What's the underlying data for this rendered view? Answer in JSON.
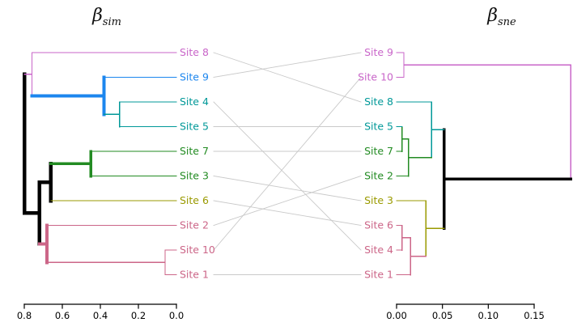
{
  "titles": {
    "left": {
      "base": "β",
      "sub": "sim"
    },
    "right": {
      "base": "β",
      "sub": "sne"
    }
  },
  "colors": {
    "magenta": "#C966C9",
    "blue": "#1C86EE",
    "teal": "#009898",
    "green": "#228B22",
    "olive": "#9A9A00",
    "pink": "#CC6688",
    "black": "#000000",
    "connector": "#C9C9C9",
    "axis": "#000000"
  },
  "chart_data": {
    "type": "tanglegram",
    "left": {
      "label": "beta_sim",
      "axis": {
        "ticks": [
          0.8,
          0.6,
          0.4,
          0.2,
          0.0
        ],
        "tick_labels": [
          "0.8",
          "0.6",
          "0.4",
          "0.2",
          "0.0"
        ],
        "max": 0.8
      },
      "leaves": [
        {
          "name": "Site 8",
          "color": "magenta"
        },
        {
          "name": "Site 9",
          "color": "blue"
        },
        {
          "name": "Site 4",
          "color": "teal"
        },
        {
          "name": "Site 5",
          "color": "teal"
        },
        {
          "name": "Site 7",
          "color": "green"
        },
        {
          "name": "Site 3",
          "color": "green"
        },
        {
          "name": "Site 6",
          "color": "olive"
        },
        {
          "name": "Site 2",
          "color": "pink"
        },
        {
          "name": "Site 10",
          "color": "pink"
        },
        {
          "name": "Site 1",
          "color": "pink"
        }
      ],
      "tree": {
        "h": 0.8,
        "color": "black",
        "lw": 4.5,
        "children": [
          {
            "h": 0.76,
            "color": "magenta",
            "lw": 1.2,
            "children": [
              {
                "leaf": "Site 8"
              },
              {
                "h": 0.38,
                "color": "blue",
                "lw": 4,
                "children": [
                  {
                    "leaf": "Site 9"
                  },
                  {
                    "h": 0.3,
                    "color": "teal",
                    "lw": 1.5,
                    "children": [
                      {
                        "leaf": "Site 4"
                      },
                      {
                        "leaf": "Site 5"
                      }
                    ]
                  }
                ]
              }
            ]
          },
          {
            "h": 0.72,
            "color": "black",
            "lw": 4.5,
            "children": [
              {
                "h": 0.66,
                "color": "black",
                "lw": 4.5,
                "children": [
                  {
                    "h": 0.45,
                    "color": "green",
                    "lw": 3.5,
                    "children": [
                      {
                        "leaf": "Site 7"
                      },
                      {
                        "leaf": "Site 3"
                      }
                    ]
                  },
                  {
                    "leaf": "Site 6"
                  }
                ]
              },
              {
                "h": 0.68,
                "color": "pink",
                "lw": 4,
                "children": [
                  {
                    "leaf": "Site 2"
                  },
                  {
                    "h": 0.06,
                    "color": "pink",
                    "lw": 1.2,
                    "children": [
                      {
                        "leaf": "Site 10"
                      },
                      {
                        "leaf": "Site 1"
                      }
                    ]
                  }
                ]
              }
            ]
          }
        ]
      }
    },
    "right": {
      "label": "beta_sne",
      "axis": {
        "ticks": [
          0,
          0.05,
          0.1,
          0.15
        ],
        "tick_labels": [
          "0.00",
          "0.05",
          "0.10",
          "0.15"
        ],
        "max": 0.15
      },
      "leaves": [
        {
          "name": "Site 9",
          "color": "magenta"
        },
        {
          "name": "Site 10",
          "color": "magenta"
        },
        {
          "name": "Site 8",
          "color": "teal"
        },
        {
          "name": "Site 5",
          "color": "teal"
        },
        {
          "name": "Site 7",
          "color": "green"
        },
        {
          "name": "Site 2",
          "color": "green"
        },
        {
          "name": "Site 3",
          "color": "olive"
        },
        {
          "name": "Site 6",
          "color": "pink"
        },
        {
          "name": "Site 4",
          "color": "pink"
        },
        {
          "name": "Site 1",
          "color": "pink"
        }
      ],
      "tree": {
        "h": 0.19,
        "color": "magenta",
        "lw": 1.2,
        "children": [
          {
            "h": 0.008,
            "color": "magenta",
            "lw": 1.2,
            "children": [
              {
                "leaf": "Site 9"
              },
              {
                "leaf": "Site 10"
              }
            ]
          },
          {
            "h": 0.052,
            "color": "black",
            "lw": 3.5,
            "children": [
              {
                "h": 0.038,
                "color": "teal",
                "lw": 1.5,
                "children": [
                  {
                    "leaf": "Site 8"
                  },
                  {
                    "h": 0.013,
                    "color": "green",
                    "lw": 1.5,
                    "children": [
                      {
                        "h": 0.006,
                        "color": "green",
                        "lw": 1.5,
                        "children": [
                          {
                            "leaf": "Site 5"
                          },
                          {
                            "leaf": "Site 7"
                          }
                        ]
                      },
                      {
                        "leaf": "Site 2"
                      }
                    ]
                  }
                ]
              },
              {
                "h": 0.032,
                "color": "olive",
                "lw": 1.5,
                "children": [
                  {
                    "leaf": "Site 3"
                  },
                  {
                    "h": 0.015,
                    "color": "pink",
                    "lw": 1.5,
                    "children": [
                      {
                        "h": 0.006,
                        "color": "pink",
                        "lw": 1.5,
                        "children": [
                          {
                            "leaf": "Site 6"
                          },
                          {
                            "leaf": "Site 4"
                          }
                        ]
                      },
                      {
                        "leaf": "Site 1"
                      }
                    ]
                  }
                ]
              }
            ]
          }
        ]
      }
    },
    "connections": [
      "Site 8",
      "Site 9",
      "Site 4",
      "Site 5",
      "Site 7",
      "Site 3",
      "Site 6",
      "Site 2",
      "Site 10",
      "Site 1"
    ]
  }
}
